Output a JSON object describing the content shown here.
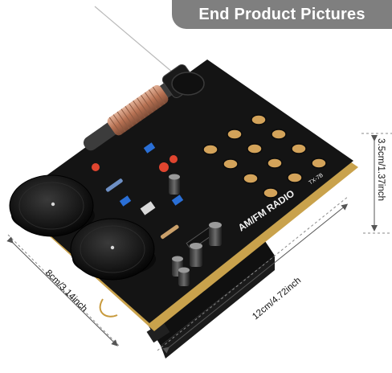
{
  "title": "End Product Pictures",
  "dimensions": {
    "height": "3.5cm/1.37inch",
    "width": "12cm/4.72inch",
    "depth": "8cm/3.14inch"
  },
  "board": {
    "model_label": "AM/FM  RADIO",
    "model_code": "TX-7B"
  },
  "colors": {
    "pcb": "#141414",
    "gold_edge": "#c9a24c",
    "coil_copper": "#c98a6a",
    "banner": "#7f7f7f"
  }
}
